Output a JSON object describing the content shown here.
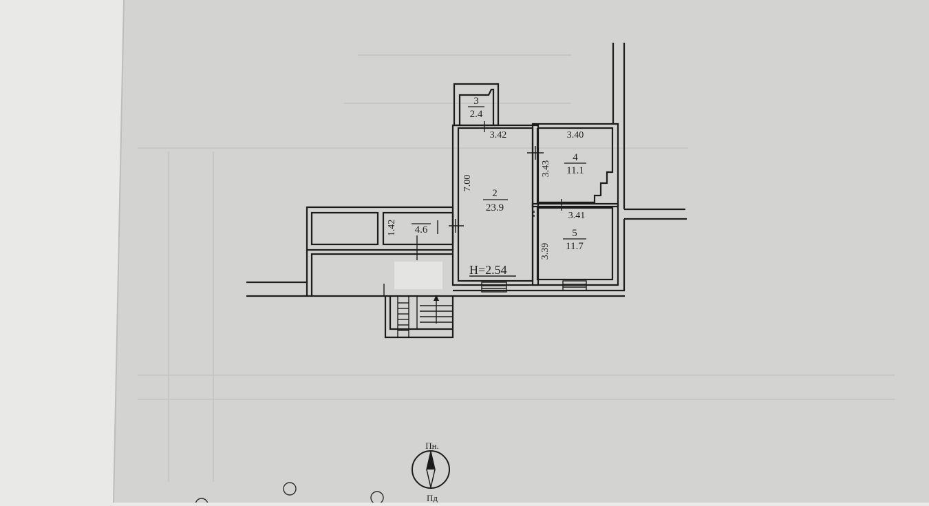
{
  "plan": {
    "rooms": [
      {
        "id": "room-3",
        "number": "3",
        "area": "2.4"
      },
      {
        "id": "room-2",
        "number": "2",
        "area": "23.9"
      },
      {
        "id": "room-4",
        "number": "4",
        "area": "11.1"
      },
      {
        "id": "room-5",
        "number": "5",
        "area": "11.7"
      },
      {
        "id": "room-1",
        "number": "",
        "area": "4.6"
      }
    ],
    "dimensions": {
      "top_room2": "3.42",
      "top_room4": "3.40",
      "side_room2": "7.00",
      "side_room4": "3.43",
      "top_room5": "3.41",
      "side_room5": "3.39",
      "side_room1": "1.42"
    },
    "ceiling_height": "H=2.54",
    "compass": {
      "top_label": "Пн.",
      "bottom_label": "Пд"
    },
    "colors": {
      "paper": "#d3d3d1",
      "ink": "#1c1c1c",
      "background": "#e9e9e7"
    }
  }
}
